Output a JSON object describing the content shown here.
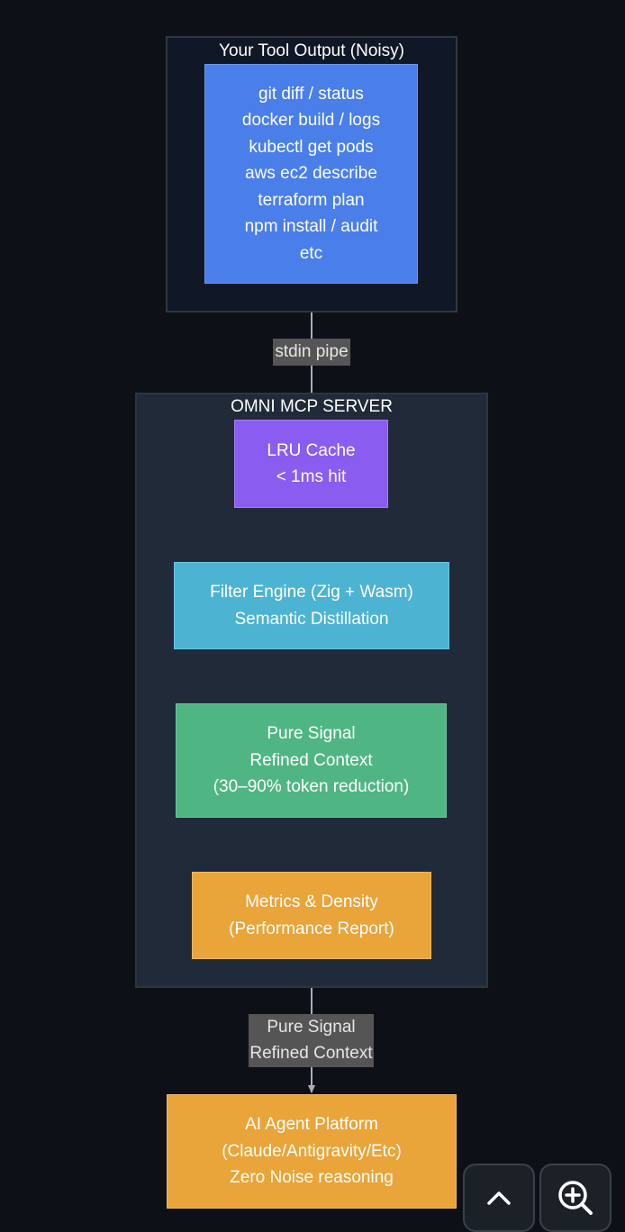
{
  "clusters": {
    "tool_output": {
      "title": "Your Tool Output (Noisy)"
    },
    "server": {
      "title": "OMNI MCP SERVER"
    }
  },
  "nodes": {
    "tools": {
      "lines": [
        "git diff / status",
        "docker build / logs",
        "kubectl get pods",
        "aws ec2 describe",
        "terraform plan",
        "npm install / audit",
        "etc"
      ],
      "color": "#4a7fea"
    },
    "lru_cache": {
      "lines": [
        "LRU Cache",
        "< 1ms hit"
      ],
      "color": "#8b5cf0"
    },
    "filter_engine": {
      "lines": [
        "Filter Engine (Zig + Wasm)",
        "Semantic Distillation"
      ],
      "color": "#4db3d2"
    },
    "pure_signal": {
      "lines": [
        "Pure Signal",
        "Refined Context",
        "(30–90% token reduction)"
      ],
      "color": "#4fb683"
    },
    "metrics": {
      "lines": [
        "Metrics & Density",
        "(Performance Report)"
      ],
      "color": "#e9a43a"
    },
    "agent_platform": {
      "lines": [
        "AI Agent Platform",
        "(Claude/Antigravity/Etc)",
        "Zero Noise reasoning"
      ],
      "color": "#e9a43a"
    }
  },
  "edge_labels": {
    "stdin": {
      "lines": [
        "stdin pipe"
      ]
    },
    "pure_signal": {
      "lines": [
        "Pure Signal",
        "Refined Context"
      ]
    }
  },
  "controls": {
    "scroll_up_icon": "chevron-up-icon",
    "zoom_in_icon": "zoom-in-icon"
  }
}
